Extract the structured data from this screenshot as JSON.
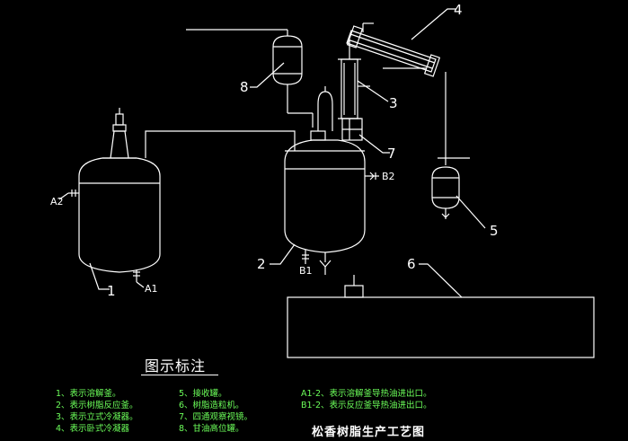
{
  "diagram": {
    "labels": {
      "l1": "1",
      "l2": "2",
      "l3": "3",
      "l4": "4",
      "l5": "5",
      "l6": "6",
      "l7": "7",
      "l8": "8",
      "a1": "A1",
      "a2": "A2",
      "b1": "B1",
      "b2": "B2"
    }
  },
  "legend": {
    "title": "图示标注",
    "col1": [
      "1、表示溶解釜。",
      "2、表示树脂反应釜。",
      "3、表示立式冷凝器。",
      "4、表示卧式冷凝器"
    ],
    "col2": [
      "5、接收罐。",
      "6、树脂造粒机。",
      "7、四通观察视镜。",
      "8、甘油高位罐。"
    ],
    "col3": [
      "A1-2、表示溶解釜导热油进出口。",
      "B1-2、表示反应釜导热油进出口。"
    ]
  },
  "caption": "松香树脂生产工艺图",
  "colors": {
    "line": "#ffffff",
    "legend_text": "#6cff5a"
  }
}
